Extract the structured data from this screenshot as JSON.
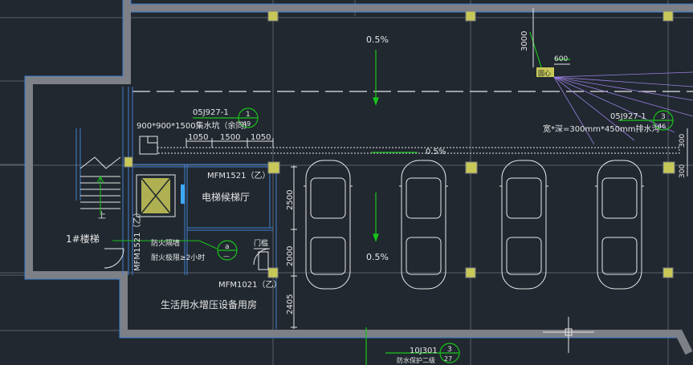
{
  "labels": {
    "slope_top": "0.5%",
    "slope_mid": "0.5%",
    "slope_bottom": "0.5%",
    "dim_3000": "3000",
    "dim_600": "600",
    "circle_label": "圆心",
    "ref_top_left": "05J927-1",
    "ref_top_left_num": "1",
    "ref_top_left_sheet": "49",
    "pit_note": "900*900*1500集水坑（余同）",
    "dim_1050a": "1050",
    "dim_1500": "1500",
    "dim_1050b": "1050",
    "ref_right": "05J927-1",
    "ref_right_num": "3",
    "ref_right_sheet": "46",
    "drain_note": "宽*深=300mm*450mm排水沟",
    "dim_300a": "300",
    "dim_300b": "300",
    "door_mfm1521_top": "MFM1521（乙）",
    "lobby": "电梯候梯厅",
    "dim_2500": "2500",
    "dim_2000": "2000",
    "dim_2405": "2405",
    "stair": "1#楼梯",
    "stair_up": "上",
    "door_mfm1521_side": "MFM1521（乙）",
    "fire_wall_1": "防火隔墙",
    "fire_wall_2": "耐火极限≥2小时",
    "ref_a_top": "a",
    "ref_a_bottom": "—",
    "door_frame": "门槛",
    "door_mfm1021": "MFM1021（乙）",
    "pump_room": "生活用水增压设备用房",
    "ref_bottom": "10J301",
    "ref_bottom_num": "3",
    "ref_bottom_sheet": "27",
    "ref_bottom_note": "防水保护二级"
  },
  "colors": {
    "background": "#212830",
    "wall": "#7d8086",
    "wall_edge": "#3f7fd0",
    "grid": "#5a6068",
    "line": "#e6e6e6",
    "accent_green": "#19c419",
    "column": "#c8c858",
    "elevator_fill": "#c8c858"
  }
}
